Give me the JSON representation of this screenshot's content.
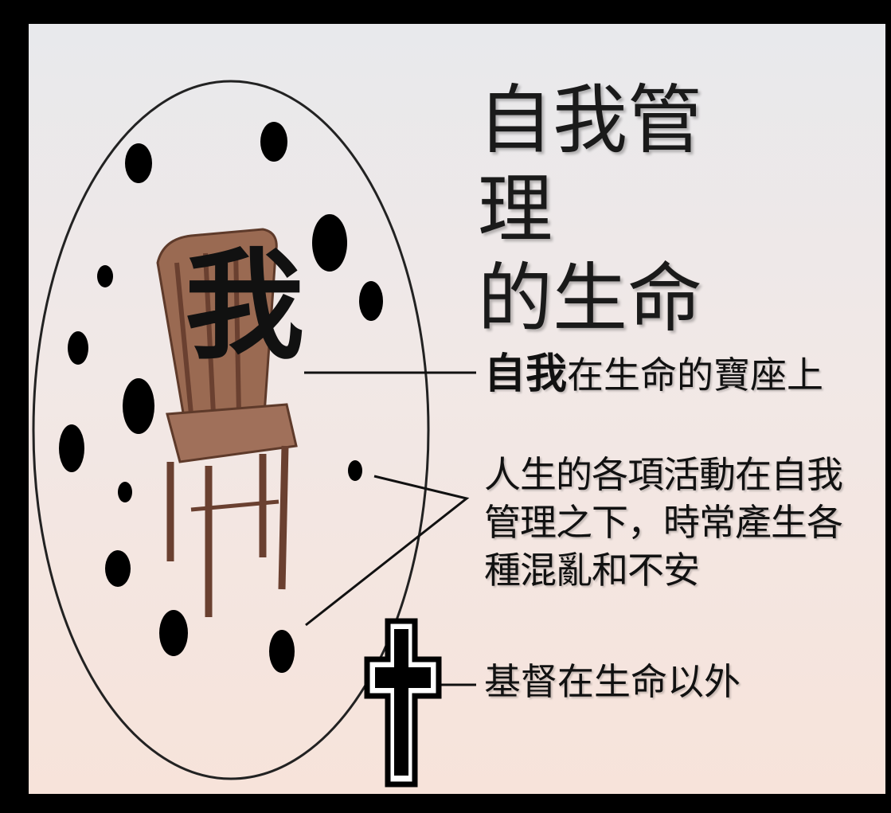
{
  "title_lines": [
    "自我管理",
    "的生命"
  ],
  "center_char": "我",
  "labels": {
    "throne_strong": "自我",
    "throne_rest": "在生命的寶座上",
    "activities": "人生的各項活動在自我管理之下，時常產生各種混亂和不安",
    "christ": "基督在生命以外"
  },
  "icons": [
    "chair-icon",
    "cross-icon"
  ],
  "colors": {
    "ink": "#111111",
    "chair": "#8a5a44",
    "background_top": "#e8e9ec",
    "background_bottom": "#f7e3da"
  }
}
